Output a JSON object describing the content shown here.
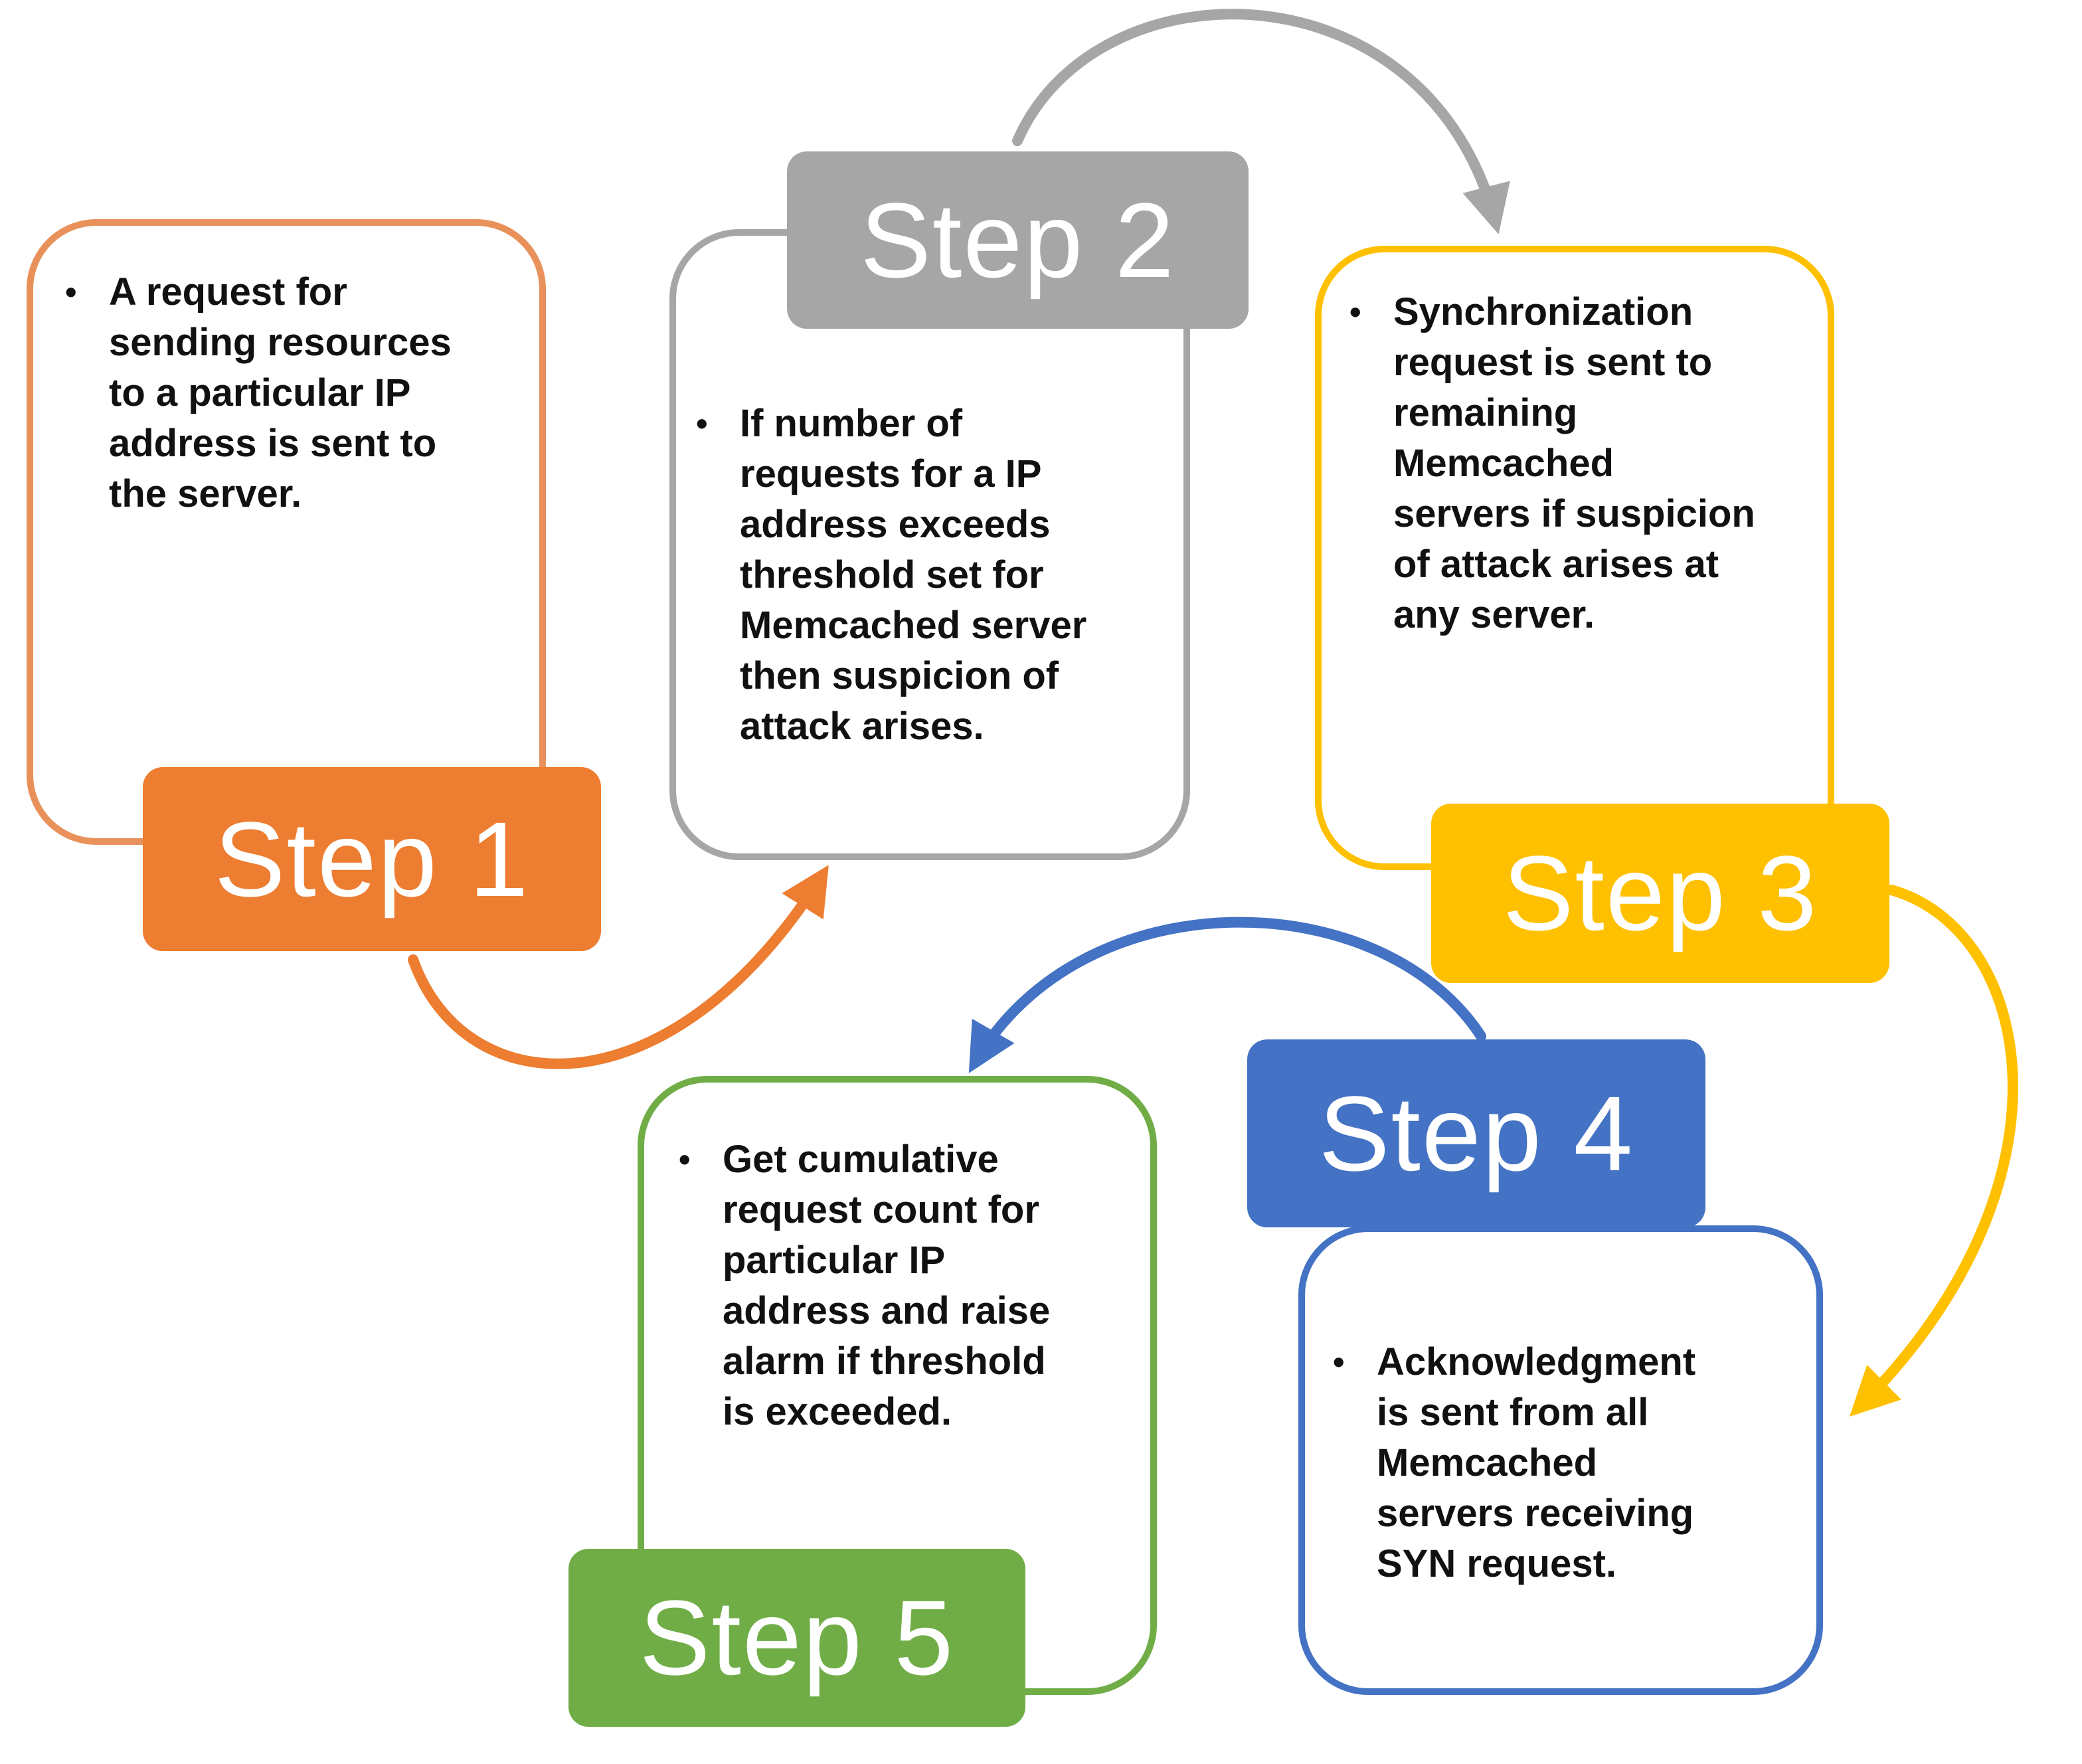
{
  "diagram": {
    "type": "flowchart",
    "bullet_char": "•",
    "steps": [
      {
        "label": "Step 1",
        "color": "#ED7D31",
        "box_border_color": "#E8915A",
        "text": "A request for\nsending resources\nto a particular IP\naddress is sent to\nthe server."
      },
      {
        "label": "Step 2",
        "color": "#A6A6A6",
        "box_border_color": "#A6A6A6",
        "text": "If number of\nrequests for a IP\naddress exceeds\nthreshold set for\nMemcached server\nthen suspicion of\nattack arises."
      },
      {
        "label": "Step 3",
        "color": "#FFC000",
        "box_border_color": "#FFC000",
        "text": "Synchronization\nrequest is sent to\nremaining\nMemcached\nservers if suspicion\nof attack arises at\nany server."
      },
      {
        "label": "Step 4",
        "color": "#4472C4",
        "box_border_color": "#4472C4",
        "text": "Acknowledgment\nis sent from all\nMemcached\nservers receiving\nSYN request."
      },
      {
        "label": "Step 5",
        "color": "#70AD47",
        "box_border_color": "#70AD47",
        "text": "Get cumulative\nrequest count for\nparticular IP\naddress and raise\nalarm if threshold\nis exceeded."
      }
    ],
    "arrows": [
      {
        "from": "Step 1",
        "to": "Step 2",
        "color": "#ED7D31"
      },
      {
        "from": "Step 2",
        "to": "Step 3",
        "color": "#A6A6A6"
      },
      {
        "from": "Step 3",
        "to": "Step 4",
        "color": "#FFC000"
      },
      {
        "from": "Step 4",
        "to": "Step 5",
        "color": "#4472C4"
      }
    ]
  }
}
